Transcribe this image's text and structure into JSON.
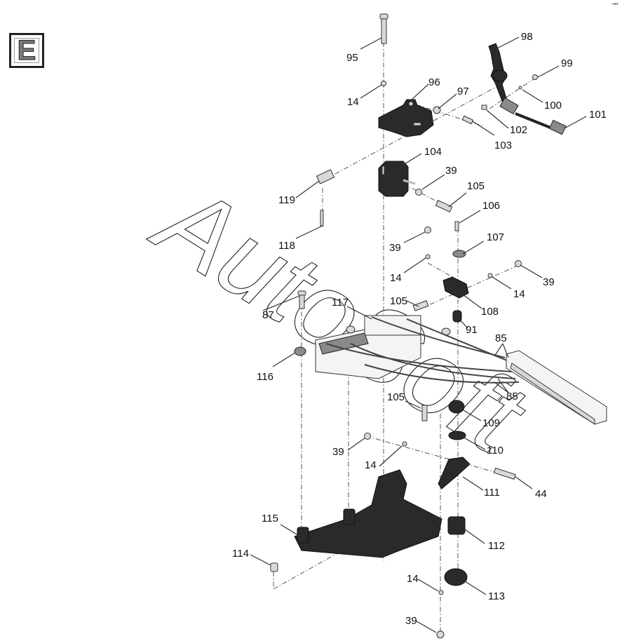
{
  "section_badge": {
    "letter": "E"
  },
  "corner_mark": "-•••",
  "watermark": {
    "text": "AutoSoft"
  },
  "callouts": [
    {
      "id": "c95",
      "label": "95"
    },
    {
      "id": "c14a",
      "label": "14"
    },
    {
      "id": "c96",
      "label": "96"
    },
    {
      "id": "c97",
      "label": "97"
    },
    {
      "id": "c98",
      "label": "98"
    },
    {
      "id": "c99",
      "label": "99"
    },
    {
      "id": "c100",
      "label": "100"
    },
    {
      "id": "c101",
      "label": "101"
    },
    {
      "id": "c102",
      "label": "102"
    },
    {
      "id": "c103",
      "label": "103"
    },
    {
      "id": "c104",
      "label": "104"
    },
    {
      "id": "c39a",
      "label": "39"
    },
    {
      "id": "c105a",
      "label": "105"
    },
    {
      "id": "c106",
      "label": "106"
    },
    {
      "id": "c119",
      "label": "119"
    },
    {
      "id": "c118",
      "label": "118"
    },
    {
      "id": "c39b",
      "label": "39"
    },
    {
      "id": "c107",
      "label": "107"
    },
    {
      "id": "c14b",
      "label": "14"
    },
    {
      "id": "c39c",
      "label": "39"
    },
    {
      "id": "c14c",
      "label": "14"
    },
    {
      "id": "c108",
      "label": "108"
    },
    {
      "id": "c105b",
      "label": "105"
    },
    {
      "id": "c87",
      "label": "87"
    },
    {
      "id": "c117",
      "label": "117"
    },
    {
      "id": "c91",
      "label": "91"
    },
    {
      "id": "c85a",
      "label": "85"
    },
    {
      "id": "c116",
      "label": "116"
    },
    {
      "id": "c85b",
      "label": "85"
    },
    {
      "id": "c105c",
      "label": "105"
    },
    {
      "id": "c109",
      "label": "109"
    },
    {
      "id": "c39d",
      "label": "39"
    },
    {
      "id": "c110",
      "label": "110"
    },
    {
      "id": "c14d",
      "label": "14"
    },
    {
      "id": "c111",
      "label": "111"
    },
    {
      "id": "c44",
      "label": "44"
    },
    {
      "id": "c115",
      "label": "115"
    },
    {
      "id": "c112",
      "label": "112"
    },
    {
      "id": "c114",
      "label": "114"
    },
    {
      "id": "c14e",
      "label": "14"
    },
    {
      "id": "c113",
      "label": "113"
    },
    {
      "id": "c39e",
      "label": "39"
    }
  ]
}
